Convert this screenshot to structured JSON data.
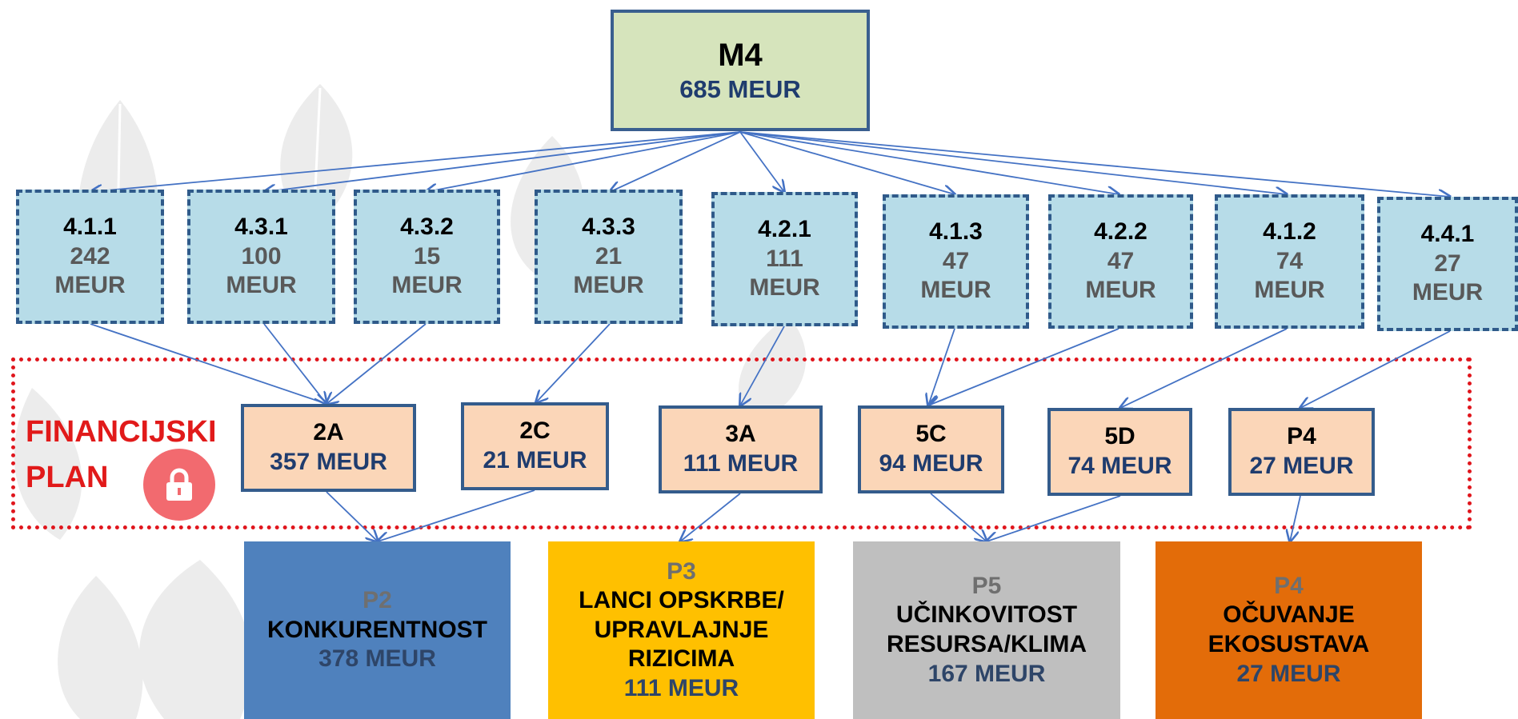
{
  "root": {
    "code": "M4",
    "amount": "685 MEUR"
  },
  "measures": [
    {
      "code": "4.1.1",
      "amount": "242",
      "unit": "MEUR"
    },
    {
      "code": "4.3.1",
      "amount": "100",
      "unit": "MEUR"
    },
    {
      "code": "4.3.2",
      "amount": "15",
      "unit": "MEUR"
    },
    {
      "code": "4.3.3",
      "amount": "21",
      "unit": "MEUR"
    },
    {
      "code": "4.2.1",
      "amount": "111",
      "unit": "MEUR"
    },
    {
      "code": "4.1.3",
      "amount": "47",
      "unit": "MEUR"
    },
    {
      "code": "4.2.2",
      "amount": "47",
      "unit": "MEUR"
    },
    {
      "code": "4.1.2",
      "amount": "74",
      "unit": "MEUR"
    },
    {
      "code": "4.4.1",
      "amount": "27",
      "unit": "MEUR"
    }
  ],
  "focus_areas": [
    {
      "code": "2A",
      "amount": "357 MEUR"
    },
    {
      "code": "2C",
      "amount": "21 MEUR"
    },
    {
      "code": "3A",
      "amount": "111 MEUR"
    },
    {
      "code": "5C",
      "amount": "94 MEUR"
    },
    {
      "code": "5D",
      "amount": "74 MEUR"
    },
    {
      "code": "P4",
      "amount": "27 MEUR"
    }
  ],
  "priorities": [
    {
      "code": "P2",
      "name_lines": [
        "KONKURENTNOST"
      ],
      "amount": "378 MEUR",
      "color": "#4f81bd"
    },
    {
      "code": "P3",
      "name_lines": [
        "LANCI OPSKRBE/",
        "UPRAVLAJNJE",
        "RIZICIMA"
      ],
      "amount": "111 MEUR",
      "color": "#ffc000"
    },
    {
      "code": "P5",
      "name_lines": [
        "UČINKOVITOST",
        "RESURSA/KLIMA"
      ],
      "amount": "167 MEUR",
      "color": "#bfbfbf"
    },
    {
      "code": "P4",
      "name_lines": [
        "OČUVANJE",
        "EKOSUSTAVA"
      ],
      "amount": "27 MEUR",
      "color": "#e36c09"
    }
  ],
  "plan": {
    "line1": "FINANCIJSKI",
    "line2": "PLAN",
    "icon": "lock-icon"
  },
  "colors": {
    "line": "#4472c4",
    "frame": "#e0161d",
    "lock": "#f26a6f"
  }
}
